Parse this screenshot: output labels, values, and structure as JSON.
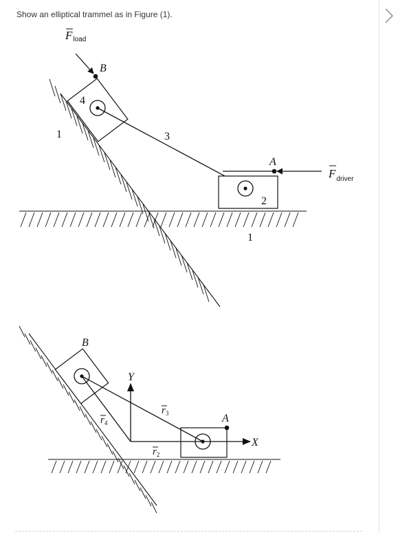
{
  "question": {
    "text": "Show an elliptical trammel as in Figure (1)."
  },
  "colors": {
    "ink": "#111111",
    "text": "#333333",
    "chevron": "#9a9a9a",
    "divider": "#e2e2e2"
  },
  "icons": {
    "next": "chevron-right-icon"
  },
  "figure_top": {
    "force_load": {
      "symbol": "F",
      "subscript": "load"
    },
    "force_driver": {
      "symbol": "F",
      "subscript": "driver"
    },
    "point_B": "B",
    "point_A": "A",
    "link_4": "4",
    "link_3": "3",
    "link_2": "2",
    "ground_1_left": "1",
    "ground_1_bottom": "1"
  },
  "figure_bottom": {
    "point_B": "B",
    "point_A": "A",
    "axis_Y": "Y",
    "axis_X": "X",
    "vector_r2": {
      "symbol": "r",
      "subscript": "2"
    },
    "vector_r3": {
      "symbol": "r",
      "subscript": "3"
    },
    "vector_r4": {
      "symbol": "r",
      "subscript": "4"
    }
  }
}
